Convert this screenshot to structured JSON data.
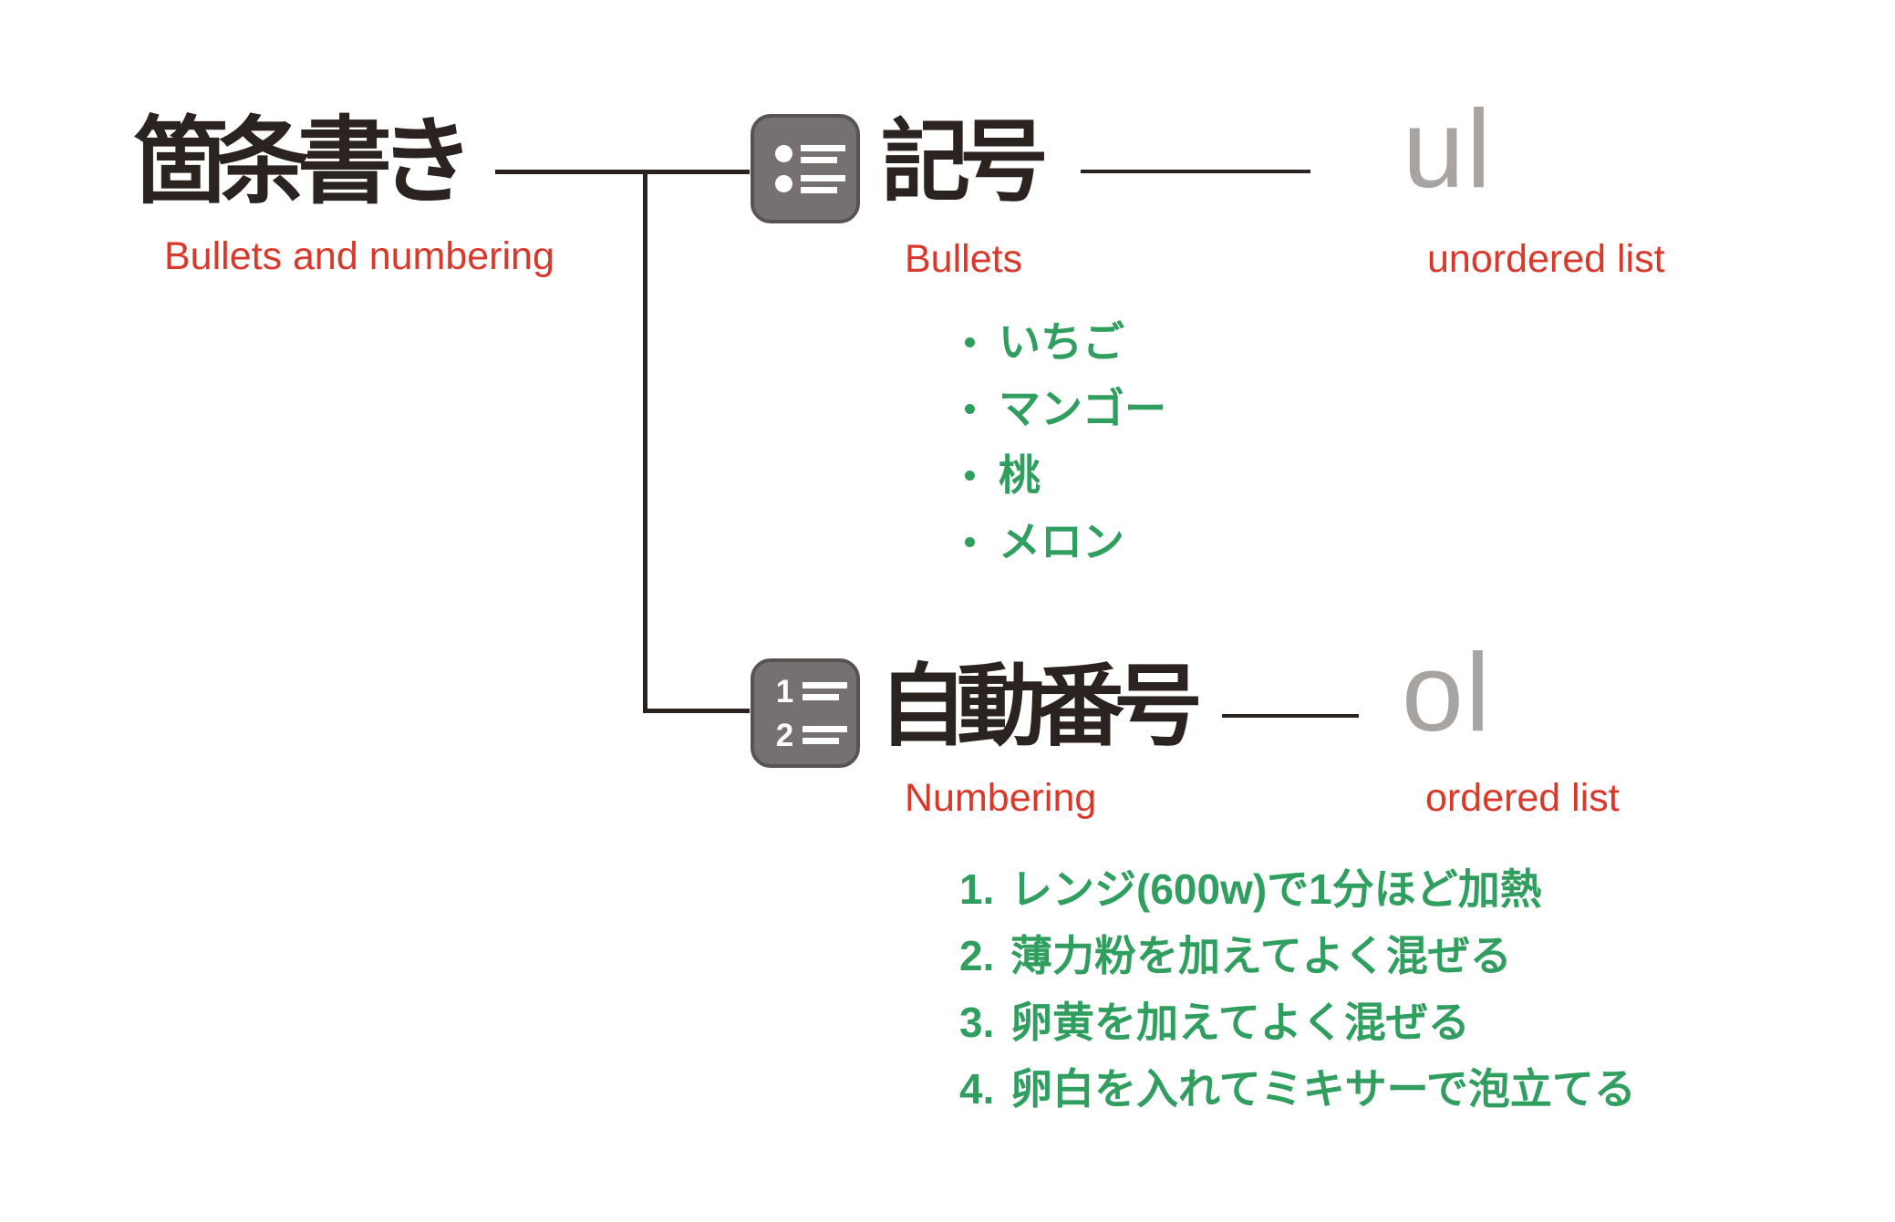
{
  "root": {
    "title": "箇条書き",
    "subtitle": "Bullets and numbering"
  },
  "branches": {
    "ul": {
      "heading": "記号",
      "heading_sub": "Bullets",
      "tag": "ul",
      "tag_desc": "unordered list",
      "icon": {
        "name": "bullet-list-icon"
      },
      "items": [
        "いちご",
        "マンゴー",
        "桃",
        "メロン"
      ]
    },
    "ol": {
      "heading": "自動番号",
      "heading_sub": "Numbering",
      "tag": "ol",
      "tag_desc": "ordered list",
      "icon": {
        "name": "numbered-list-icon",
        "glyphs": [
          "1",
          "2"
        ]
      },
      "markers": [
        "1.",
        "2.",
        "3.",
        "4."
      ],
      "items": [
        "レンジ(600w)で1分ほど加熱",
        "薄力粉を加えてよく混ぜる",
        "卵黄を加えてよく混ぜる",
        "卵白を入れてミキサーで泡立てる"
      ]
    }
  },
  "colors": {
    "text_dark": "#2b2320",
    "accent_red": "#d8392b",
    "list_green": "#2f9e5e",
    "icon_gray": "#767071",
    "icon_border": "#585353",
    "tag_gray": "#a8a4a1",
    "connector": "#2b2320"
  }
}
